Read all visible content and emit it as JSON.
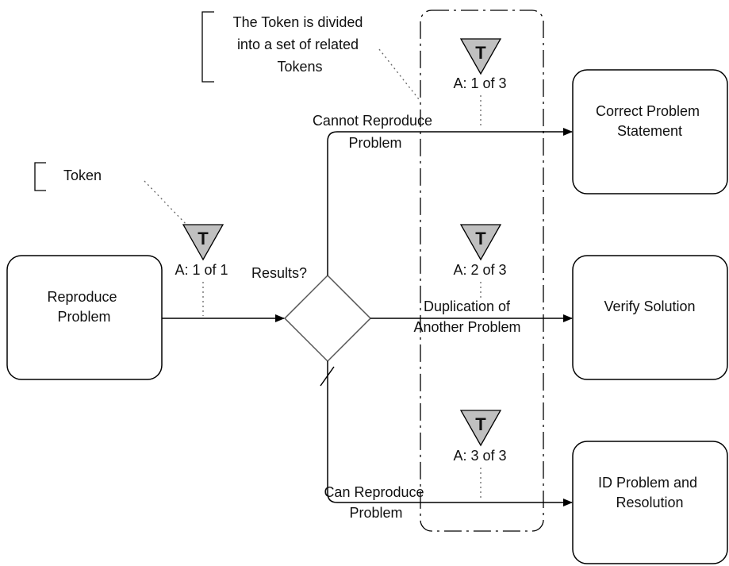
{
  "annotations": {
    "token_note": [
      "The Token is divided",
      "into a set of related",
      "Tokens"
    ],
    "token_label": "Token"
  },
  "tasks": {
    "reproduce": [
      "Reproduce",
      "Problem"
    ],
    "correct": [
      "Correct Problem",
      "Statement"
    ],
    "verify": [
      "Verify Solution"
    ],
    "id_problem": [
      "ID Problem and",
      "Resolution"
    ]
  },
  "gateway": {
    "label": "Results?"
  },
  "flows": {
    "cannot_reproduce": [
      "Cannot Reproduce",
      "Problem"
    ],
    "duplication": [
      "Duplication of",
      "Another Problem"
    ],
    "can_reproduce": [
      "Can Reproduce",
      "Problem"
    ]
  },
  "tokens": {
    "symbol": "T",
    "main": "A: 1 of 1",
    "split_1": "A: 1 of 3",
    "split_2": "A: 2 of 3",
    "split_3": "A: 3 of 3"
  },
  "colors": {
    "stroke": "#000000",
    "token_fill": "#c0c0c0",
    "gateway_stroke": "#555555",
    "dotted": "#666666"
  }
}
